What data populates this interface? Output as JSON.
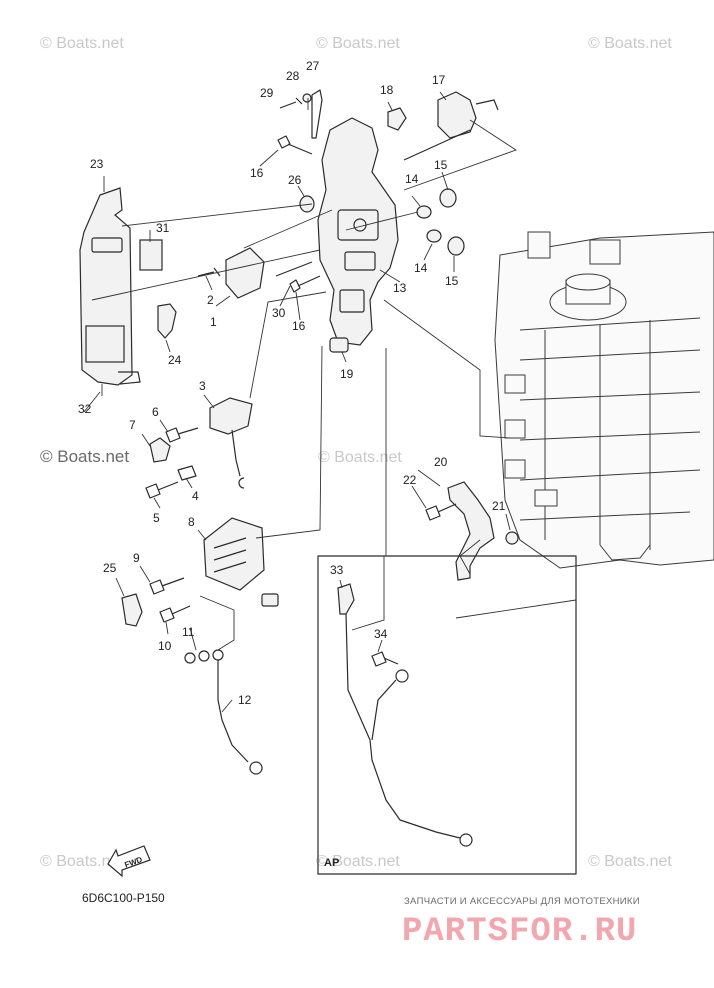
{
  "watermarks": {
    "text": "© Boats.net"
  },
  "callouts": [
    "1",
    "2",
    "3",
    "4",
    "5",
    "6",
    "7",
    "8",
    "9",
    "10",
    "11",
    "12",
    "13",
    "14",
    "14",
    "15",
    "15",
    "16",
    "16",
    "17",
    "18",
    "19",
    "20",
    "21",
    "22",
    "23",
    "24",
    "25",
    "26",
    "27",
    "28",
    "29",
    "30",
    "31",
    "32",
    "33",
    "34"
  ],
  "kit_label": "AP",
  "fwd_label": "FWD",
  "diagram_code": "6D6C100-P150",
  "brand": {
    "tagline": "ЗАПЧАСТИ И АКСЕССУАРЫ ДЛЯ МОТОТЕХНИКИ",
    "logo": "PARTSFOR.RU"
  },
  "colors": {
    "line": "#2b2b2b",
    "watermark": "#c9c9c9",
    "brand_logo": "#f1a7ad"
  }
}
